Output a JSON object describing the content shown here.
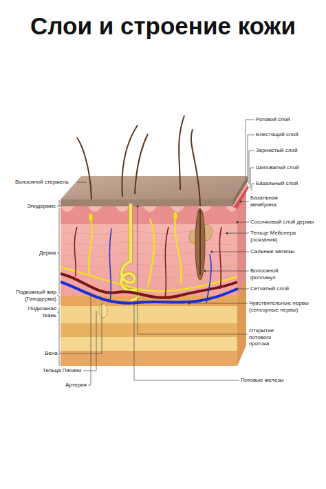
{
  "diagram": {
    "title": "Слои и строение кожи",
    "labels": [
      "Роговой слой",
      "Блестящий слой",
      "Зернистый слой",
      "Шиповатый слой",
      "Базальный слой",
      "Базальная мембрана",
      "Сосочковый слой дермы",
      "Тельце Мейснера (осязания)",
      "Сальные железы",
      "Волосяной фолликул",
      "Сетчатый слой",
      "Чувствительные нервы (сенсорные нервы)",
      "Открытие потового протока",
      "Потовые железы",
      "Волосяной стержень",
      "Эпидермис",
      "Дерма",
      "Подкожный жир (Гиподерма)",
      "Подкожная ткань",
      "Вена",
      "Тельца Пачини",
      "Артерия"
    ]
  }
}
